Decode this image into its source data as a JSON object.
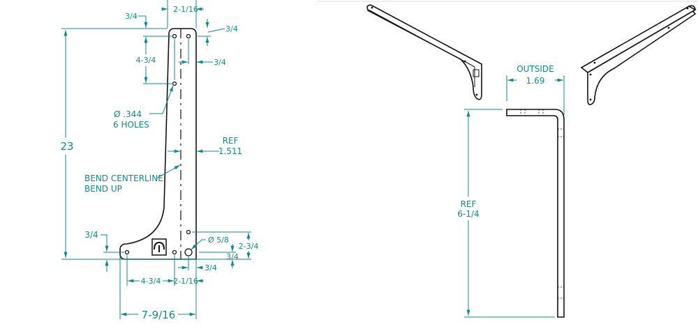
{
  "colors": {
    "dimension": "#13898a",
    "part": "#111111"
  },
  "flat_pattern": {
    "overall_height": "23",
    "top_width": "2-1/16",
    "top_edge_offset_left": "3/4",
    "top_edge_offset_right": "3/4",
    "hole_spacing_vertical": "4-3/4",
    "hole_edge_offset": "3/4",
    "hole_callout_line1": "Ø .344",
    "hole_callout_line2": "6 HOLES",
    "ref_label": "REF",
    "ref_value": "1.511",
    "bend_note_line1": "BEND CENTERLINE",
    "bend_note_line2": "BEND UP",
    "bottom_offset_left": "3/4",
    "large_hole": "Ø 5/8",
    "bottom_hole_height": "2-3/4",
    "bottom_hole_offset": "3/4",
    "bottom_right_offset": "3/4",
    "bottom_spacing": "4-3/4",
    "bottom_width": "2-1/16",
    "overall_width": "7-9/16"
  },
  "side_view": {
    "outside_label": "OUTSIDE",
    "outside_value": "1.69",
    "ref_label": "REF",
    "ref_value": "6-1/4"
  }
}
